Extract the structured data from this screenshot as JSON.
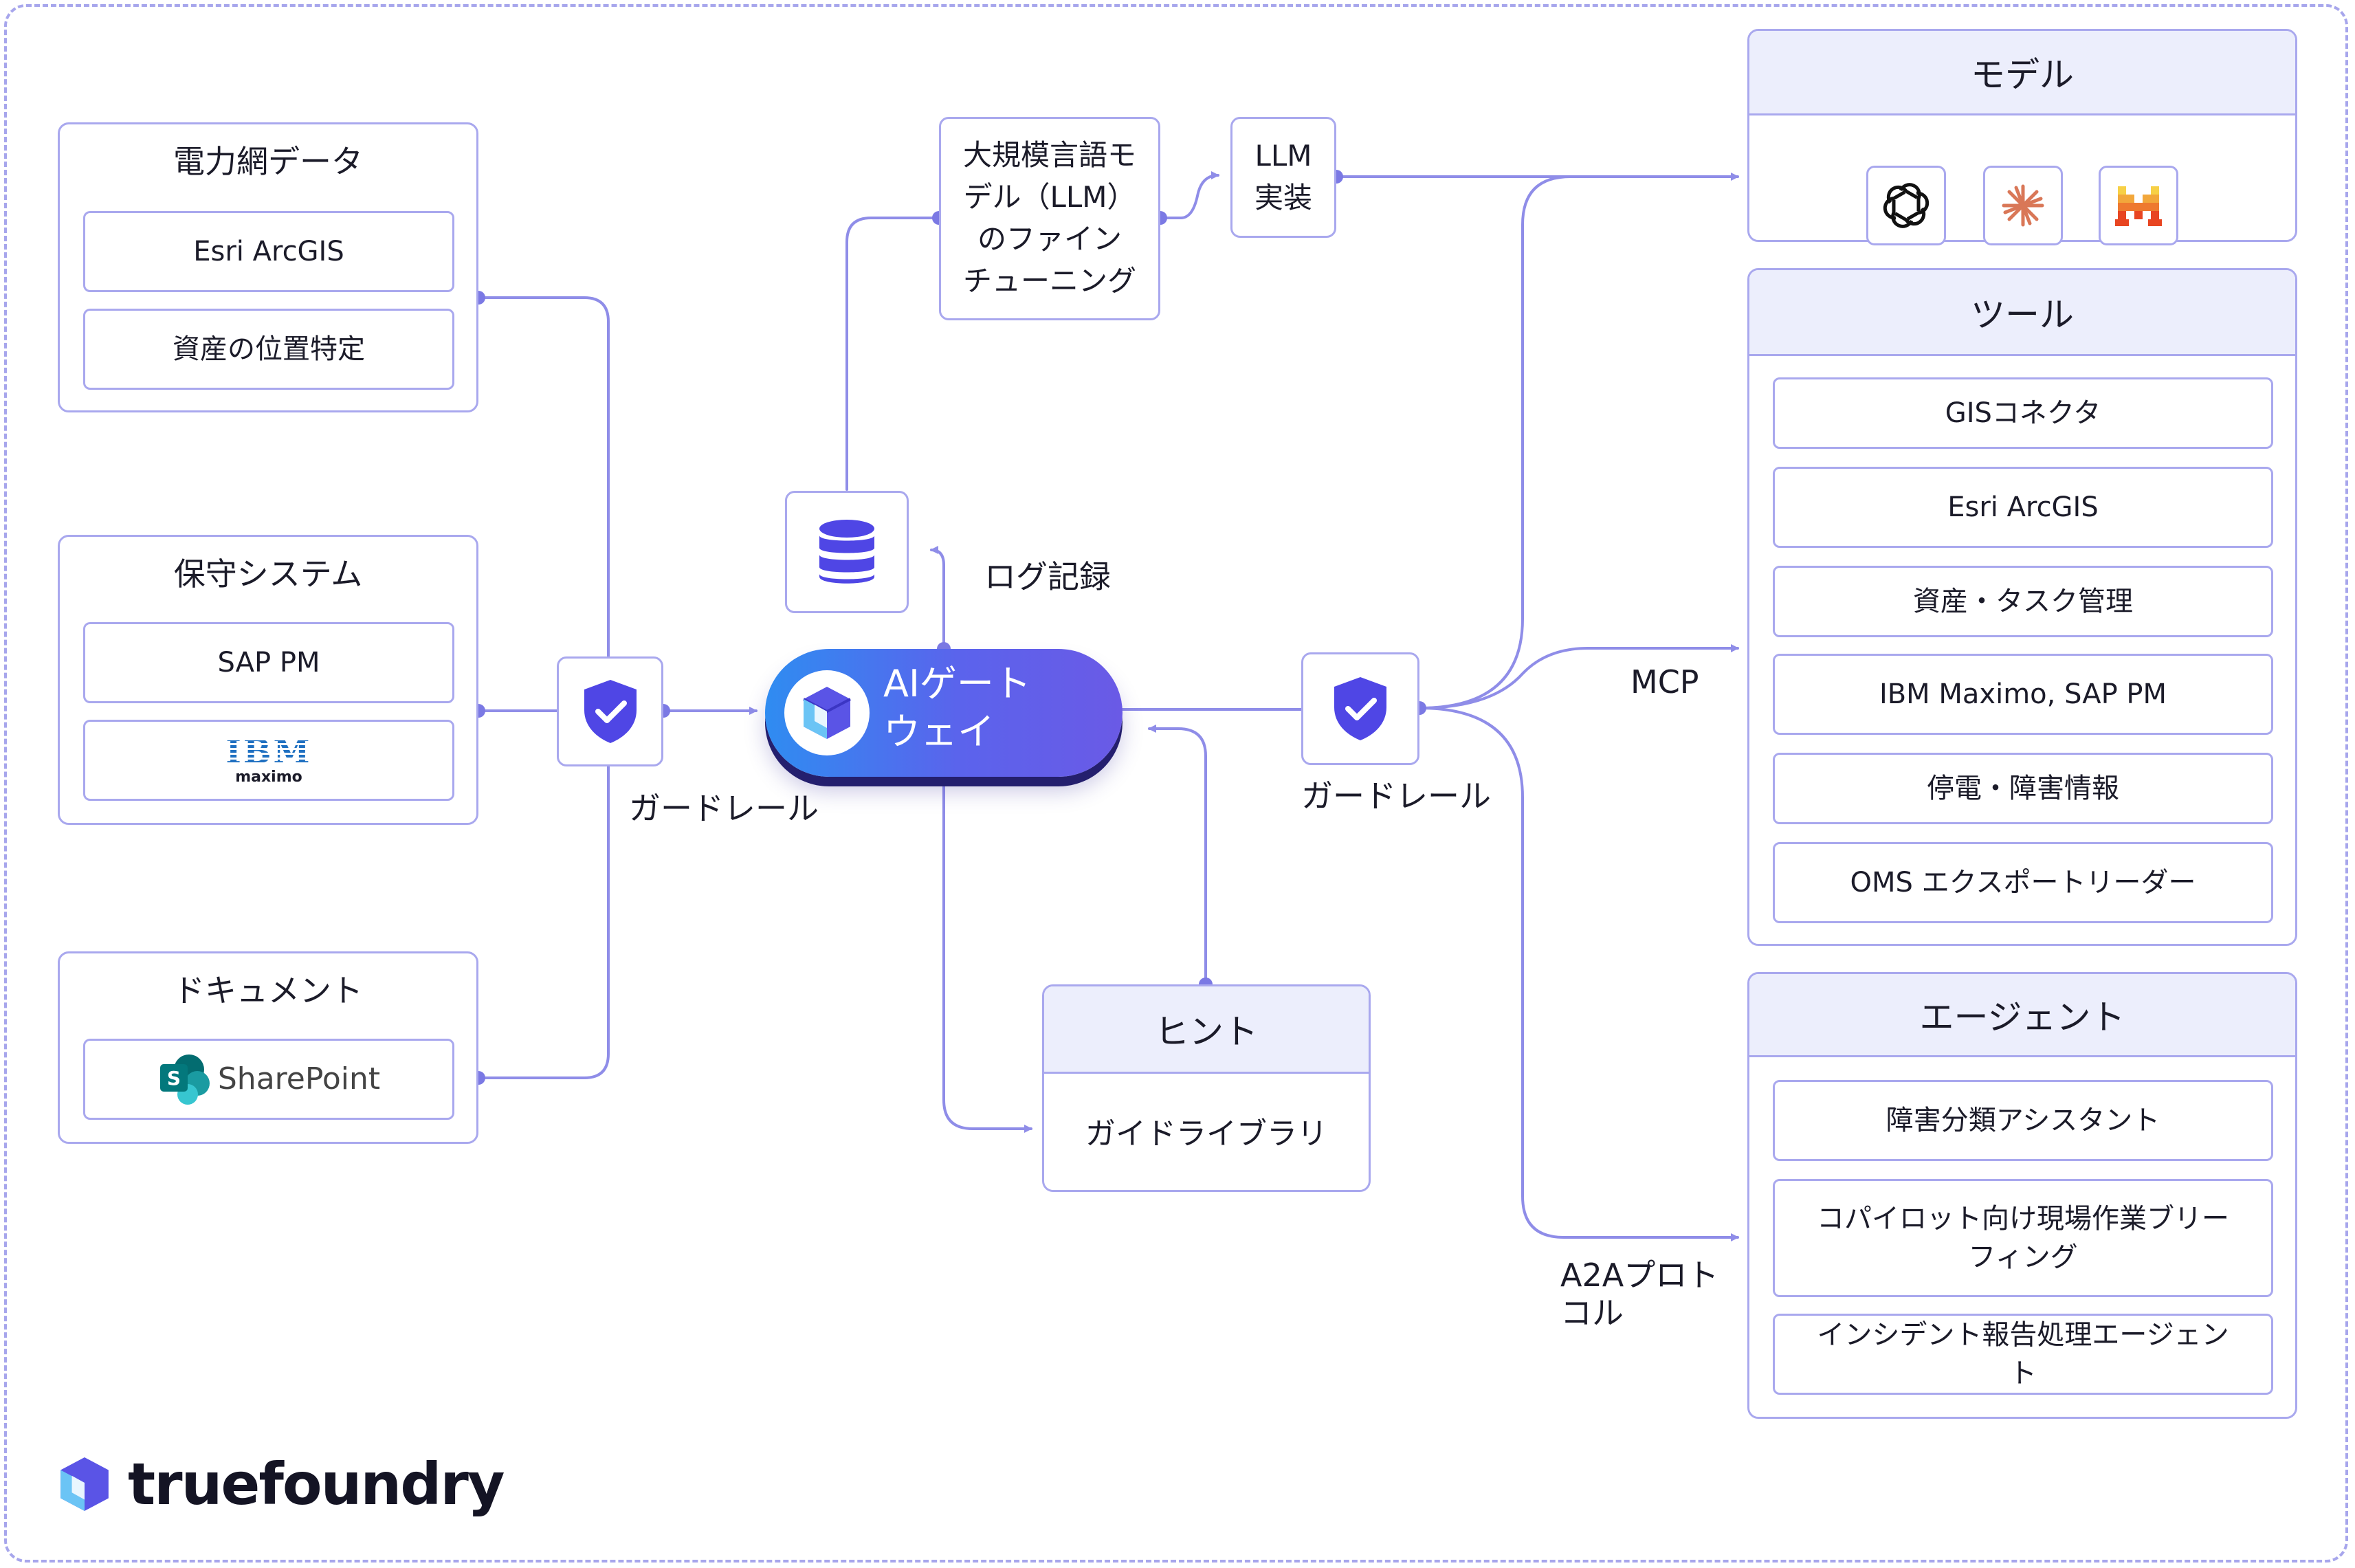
{
  "sources": {
    "grid": {
      "title": "電力網データ",
      "items": [
        "Esri ArcGIS",
        "資産の位置特定"
      ]
    },
    "maintenance": {
      "title": "保守システム",
      "items": [
        "SAP PM"
      ],
      "logo_text": "IBM",
      "logo_sub": "maximo"
    },
    "docs": {
      "title": "ドキュメント",
      "sharepoint": "SharePoint"
    }
  },
  "guardrail_left": "ガードレール",
  "guardrail_right": "ガードレール",
  "gateway": {
    "line1": "AIゲート",
    "line2": "ウェイ"
  },
  "logging": "ログ記録",
  "finetune": {
    "lines": [
      "大規模言語モ",
      "デル（LLM）",
      "のファイン",
      "チューニング"
    ]
  },
  "llm_impl": {
    "lines": [
      "LLM",
      "実装"
    ]
  },
  "hints": {
    "title": "ヒント",
    "item": "ガイドライブラリ"
  },
  "models": {
    "title": "モデル",
    "icons": [
      "openai-icon",
      "anthropic-icon",
      "mistral-icon"
    ],
    "colors": {
      "anthropic": "#d97757",
      "mistral_top": "#f7d046",
      "mistral_mid": "#f2a73b",
      "mistral_low": "#ee792f",
      "mistral_bottom": "#e84521"
    }
  },
  "tools": {
    "title": "ツール",
    "items": [
      "GISコネクタ",
      "Esri ArcGIS",
      "資産・タスク管理",
      "IBM Maximo, SAP PM",
      "停電・障害情報",
      "OMS エクスポートリーダー"
    ]
  },
  "agents": {
    "title": "エージェント",
    "items": [
      "障害分類アシスタント",
      "コパイロット向け現場作業ブリー\nフィング",
      "インシデント報告処理エージェン\nト"
    ]
  },
  "mcp": "MCP",
  "a2a": {
    "line1": "A2Aプロト",
    "line2": "コル"
  },
  "brand": {
    "name": "truefoundry"
  },
  "colors": {
    "accent": "#6366f1",
    "line": "#8f8de8",
    "border": "#a9a8ee",
    "header_bg": "#eceefc"
  }
}
